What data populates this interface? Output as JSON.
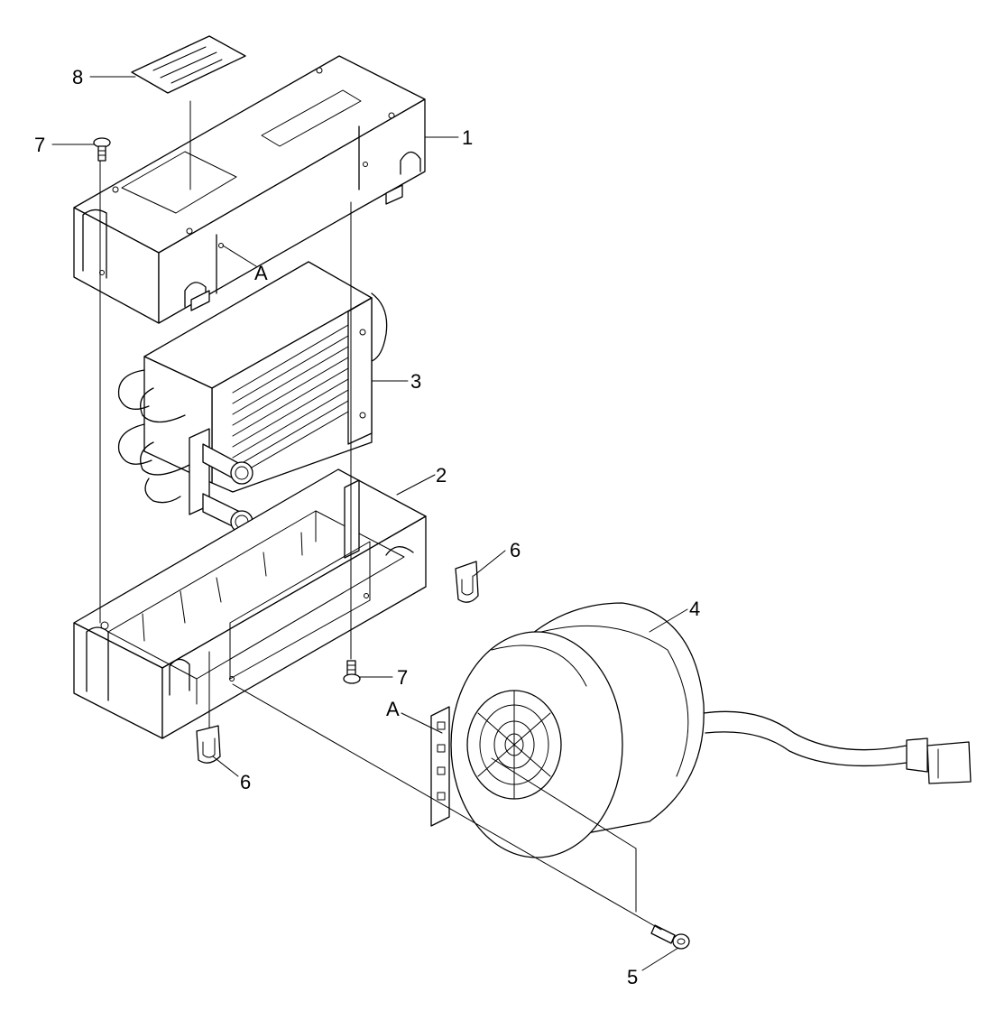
{
  "diagram": {
    "line_color": "#000000",
    "background": "#ffffff",
    "callouts": {
      "p1": "1",
      "p2": "2",
      "p3": "3",
      "p4": "4",
      "p5": "5",
      "p6a": "6",
      "p6b": "6",
      "p7a": "7",
      "p7b": "7",
      "p8": "8",
      "refA1": "A",
      "refA2": "A"
    }
  }
}
